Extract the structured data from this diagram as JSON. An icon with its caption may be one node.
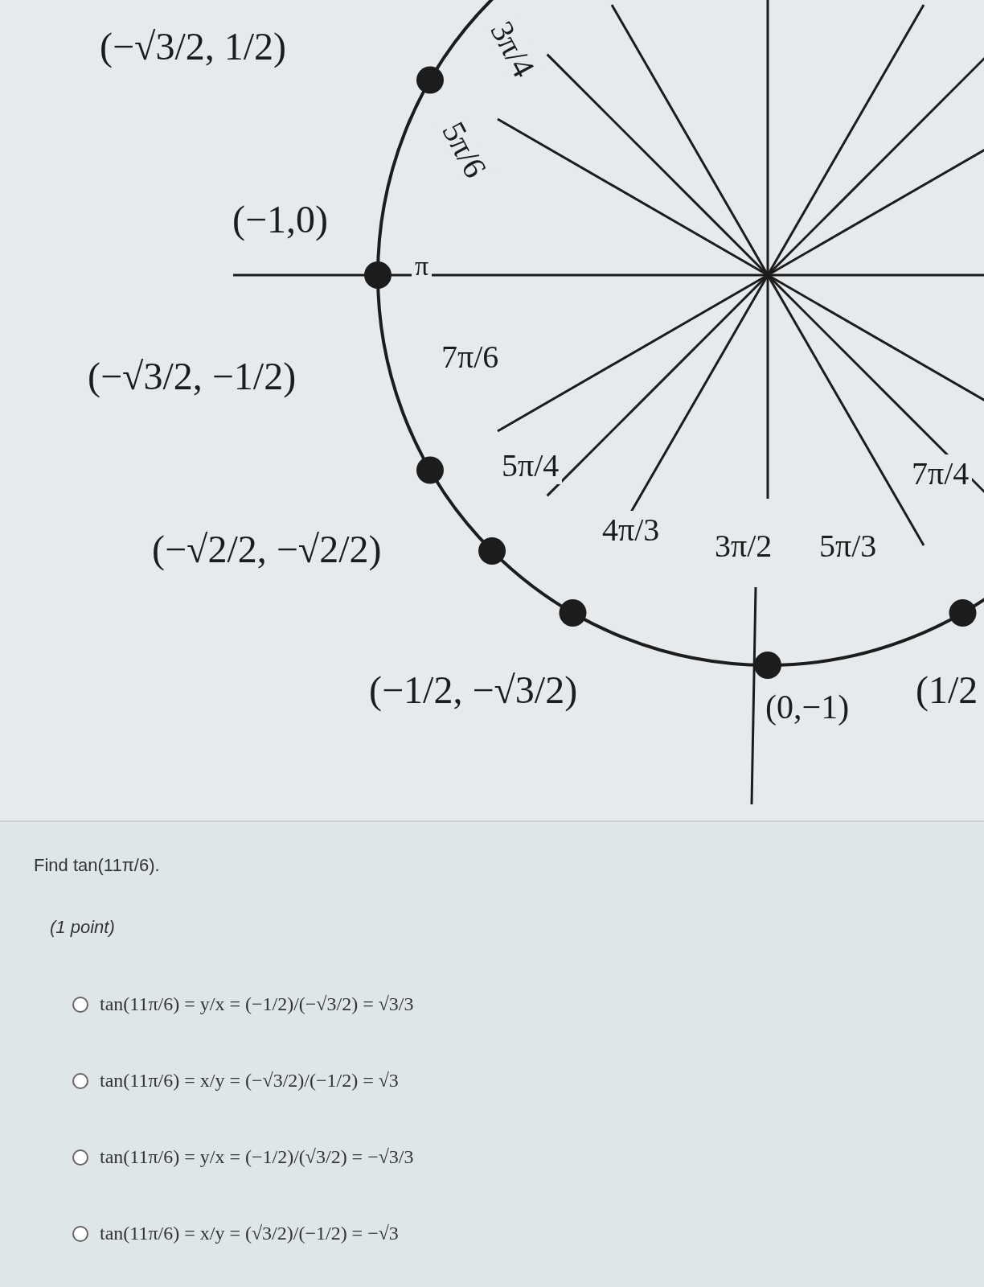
{
  "diagram": {
    "labels": [
      "(−√3/2, 1/2)",
      "3π/4",
      "5π/6",
      "(−1,0)",
      "π",
      "(−√3/2, −1/2)",
      "7π/6",
      "5π/4",
      "7π/4",
      "(−√2/2, −√2/2)",
      "4π/3",
      "3π/2",
      "5π/3",
      "(−1/2, −√3/2)",
      "(0,−1)",
      "(1/2",
      "Find tan(11π/6).",
      "(1 point)",
      "tan(11π/6) = y/x = (−1/2)/(−√3/2) = √3/3",
      "tan(11π/6) = x/y = (−√3/2)/(−1/2) = √3",
      "tan(11π/6) = y/x = (−1/2)/(√3/2) = −√3/3",
      "tan(11π/6) = x/y = (√3/2)/(−1/2) = −√3"
    ]
  }
}
